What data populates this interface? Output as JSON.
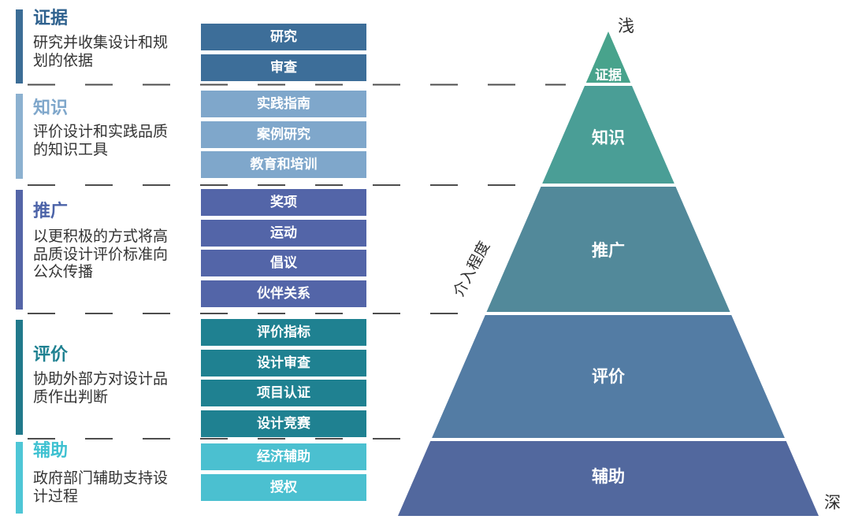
{
  "sections": [
    {
      "title": "证据",
      "description": "研究并收集设计和规划的依据",
      "accent_color": "#3C6D96",
      "title_color": "#2E618E",
      "bar_color": "#3D6E99",
      "items": [
        "研究",
        "审查"
      ]
    },
    {
      "title": "知识",
      "description": "评价设计和实践品质的知识工具",
      "accent_color": "#8CB1D0",
      "title_color": "#7FA7CB",
      "bar_color": "#7FA7CB",
      "items": [
        "实践指南",
        "案例研究",
        "教育和培训"
      ]
    },
    {
      "title": "推广",
      "description": "以更积极的方式将高品质设计评价标准向公众传播",
      "accent_color": "#5465A7",
      "title_color": "#4C63A8",
      "bar_color": "#5365A8",
      "items": [
        "奖项",
        "运动",
        "倡议",
        "伙伴关系"
      ]
    },
    {
      "title": "评价",
      "description": "协助外部方对设计品质作出判断",
      "accent_color": "#21798B",
      "title_color": "#1F8191",
      "bar_color": "#1F8191",
      "items": [
        "评价指标",
        "设计审查",
        "项目认证",
        "设计竞赛"
      ]
    },
    {
      "title": "辅助",
      "description": "政府部门辅助支持设计过程",
      "accent_color": "#4EC6D6",
      "title_color": "#3EC1D1",
      "bar_color": "#4BC0D0",
      "items": [
        "经济辅助",
        "授权"
      ]
    }
  ],
  "pyramid": {
    "axis_label": "介入程度",
    "top_label": "浅",
    "bottom_label": "深",
    "levels": [
      {
        "label": "证据",
        "color": "#48A38C"
      },
      {
        "label": "知识",
        "color": "#4A9E96"
      },
      {
        "label": "推广",
        "color": "#52899A"
      },
      {
        "label": "评价",
        "color": "#537CA4"
      },
      {
        "label": "辅助",
        "color": "#52689E"
      }
    ]
  }
}
